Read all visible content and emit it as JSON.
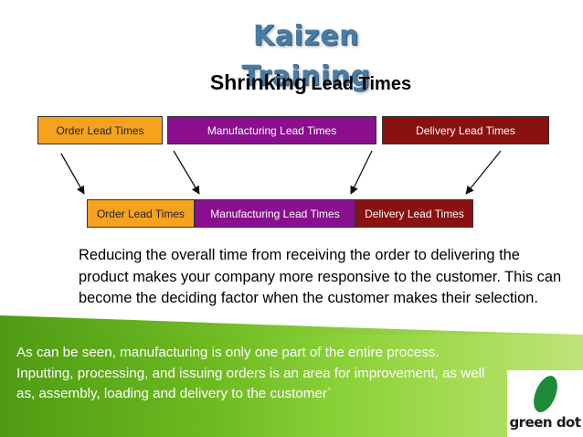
{
  "slide": {
    "title": "Kaizen Training",
    "subtitle_bold": "Shrinking",
    "subtitle_rest": "Lead Times"
  },
  "top_row": [
    {
      "label": "Order Lead Times",
      "color": "#f5a21e"
    },
    {
      "label": "Manufacturing Lead Times",
      "color": "#8a0f8e"
    },
    {
      "label": "Delivery Lead Times",
      "color": "#8b1010"
    }
  ],
  "bottom_row": [
    {
      "label": "Order Lead Times",
      "color": "#f5a21e"
    },
    {
      "label": "Manufacturing Lead Times",
      "color": "#8a0f8e"
    },
    {
      "label": "Delivery Lead Times",
      "color": "#8b1010"
    }
  ],
  "paragraph": "Reducing the overall time from receiving the order to delivering the product makes your company more responsive to the customer. This can become the deciding factor when the customer makes their selection.",
  "footer_text": "As can be seen, manufacturing is only one part of the entire process.  Inputting, processing, and issuing orders is an area for improvement, as well as, assembly, loading and delivery to the customer`",
  "logo": {
    "text": "green dot",
    "accent": "#1e8a3a"
  },
  "colors": {
    "title": "#4a7ca3",
    "band": "#6cb91f"
  }
}
